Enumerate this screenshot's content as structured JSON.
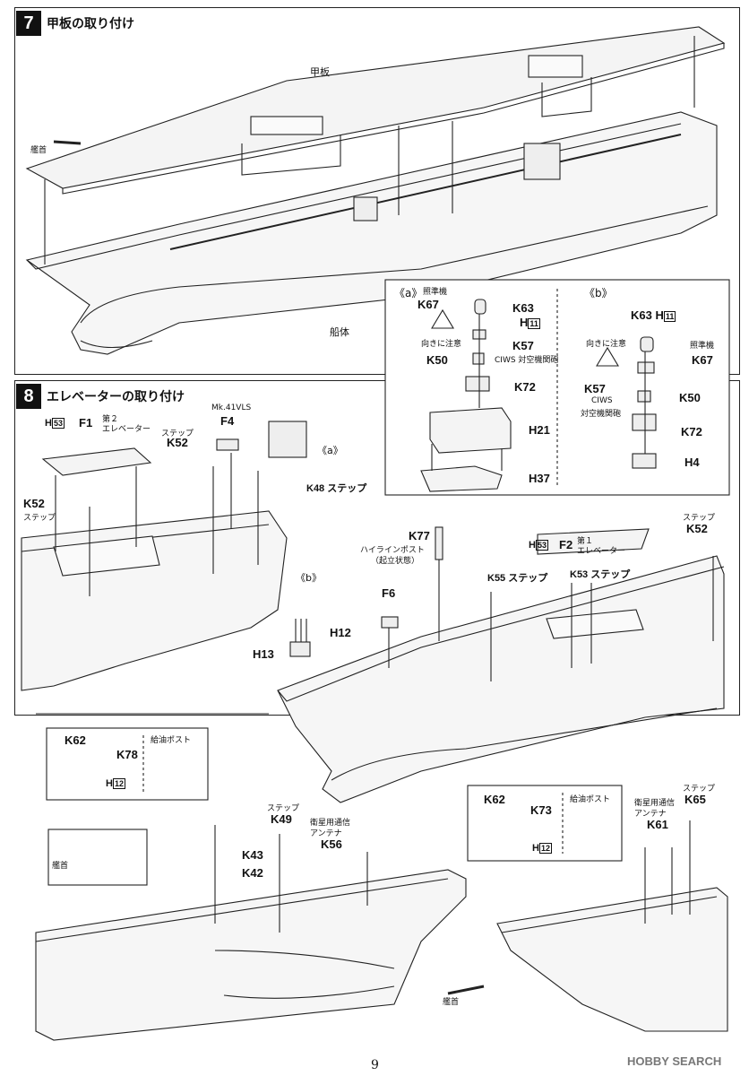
{
  "step7": {
    "num": "7",
    "title": "甲板の取り付け",
    "deck_label": "甲板",
    "hull_label": "船体",
    "bow_label": "艦首"
  },
  "inset_a": {
    "title": "《a》",
    "sight_label": "照準機",
    "k67": "K67",
    "k63": "K63",
    "h11": "H",
    "h11_box": "11",
    "caution": "向きに注意",
    "k57": "K57",
    "ciws": "CIWS 対空機関砲",
    "k50": "K50",
    "k72": "K72",
    "h21": "H21",
    "h37": "H37"
  },
  "inset_b": {
    "title": "《b》",
    "k63": "K63 H",
    "h11_box": "11",
    "caution": "向きに注意",
    "sight_label": "照準機",
    "k67": "K67",
    "k57": "K57",
    "ciws1": "CIWS",
    "ciws2": "対空機関砲",
    "k50": "K50",
    "k72": "K72",
    "h4": "H4"
  },
  "step8": {
    "num": "8",
    "title": "エレベーターの取り付け",
    "h53a": "H",
    "h53a_box": "53",
    "f1": "F1",
    "elev2": "第２",
    "elev2b": "エレベーター",
    "mk41": "Mk.41VLS",
    "f4": "F4",
    "step_label": "ステップ",
    "k52": "K52",
    "k52b": "K52",
    "step_label2": "ステップ",
    "a_ref": "《a》",
    "k48": "K48 ステップ",
    "k77": "K77",
    "highline": "ハイラインポスト",
    "highline2": "（起立状態）",
    "h53b": "H",
    "h53b_box": "53",
    "f2": "F2",
    "elev1": "第１",
    "elev1b": "エレベーター",
    "step_k52": "ステップ",
    "k52c": "K52",
    "k55": "K55 ステップ",
    "k53": "K53 ステップ",
    "f6": "F6",
    "b_ref": "《b》",
    "h12": "H12",
    "h13": "H13"
  },
  "lower": {
    "k62": "K62",
    "k78": "K78",
    "fuel1": "給油ポスト",
    "h12a": "H",
    "h12a_box": "12",
    "bow1": "艦首",
    "step_k49": "ステップ",
    "k49": "K49",
    "k43": "K43",
    "k42": "K42",
    "sat1": "衛星用通信",
    "sat1b": "アンテナ",
    "k56": "K56",
    "k62b": "K62",
    "k73": "K73",
    "fuel2": "給油ポスト",
    "h12b": "H",
    "h12b_box": "12",
    "sat2": "衛星用通信",
    "sat2b": "アンテナ",
    "k61": "K61",
    "step_k65": "ステップ",
    "k65": "K65",
    "bow2": "艦首"
  },
  "footer": {
    "page": "9",
    "watermark": "HOBBY SEARCH"
  }
}
